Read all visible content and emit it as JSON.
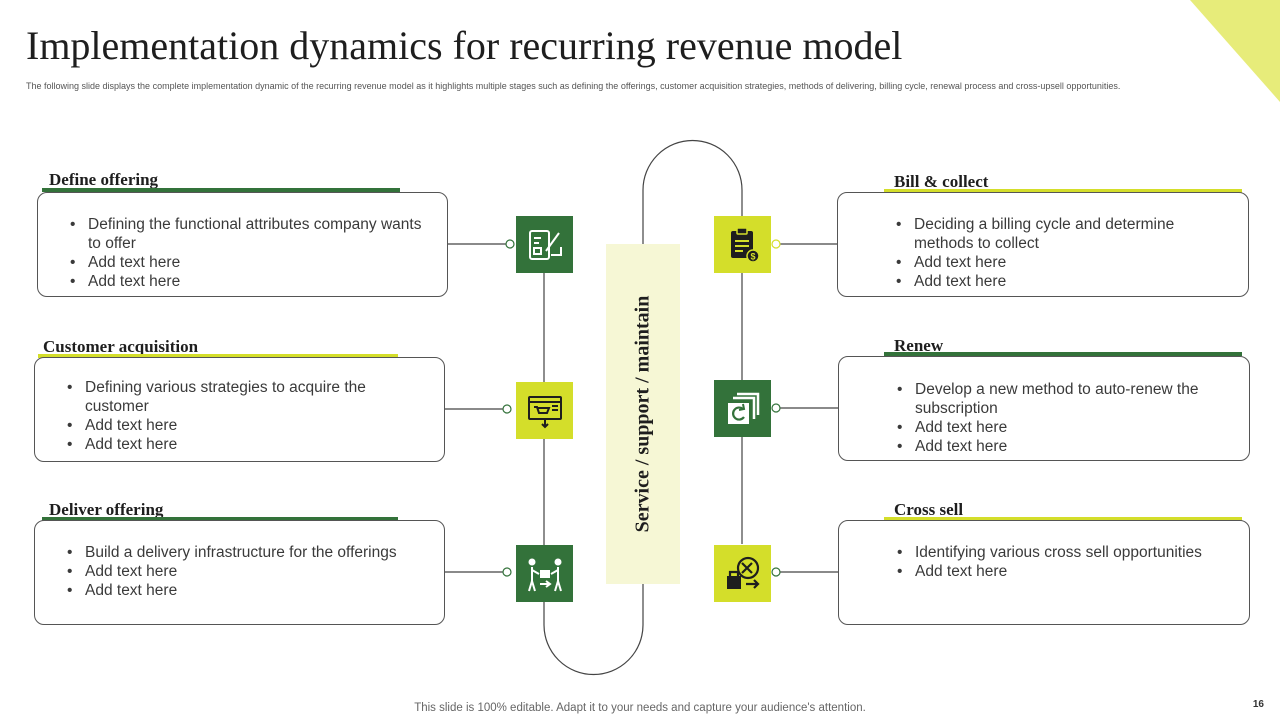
{
  "slide": {
    "title": "Implementation dynamics for recurring revenue model",
    "subtitle": "The following slide displays the complete implementation  dynamic of the recurring revenue model as it highlights multiple  stages such as defining the offerings, customer acquisition strategies, methods of delivering, billing  cycle, renewal process and cross-upsell opportunities.",
    "center_label": "Service / support / maintain",
    "footer": "This slide is 100% editable. Adapt it to your needs and capture your audience's attention.",
    "page_number": "16"
  },
  "colors": {
    "dark_green": "#33723a",
    "lime": "#d4de2a",
    "center_band": "#f6f7d5",
    "corner_accent": "#e7ec7a"
  },
  "stages": [
    {
      "heading": "Define offering",
      "icon": "tablet-pen-icon",
      "tile_color": "dark_green",
      "bullets": [
        "Defining the functional attributes company wants to offer",
        "Add text here",
        "Add text here"
      ]
    },
    {
      "heading": "Customer acquisition",
      "icon": "online-shop-icon",
      "tile_color": "lime",
      "bullets": [
        "Defining  various strategies to acquire the customer",
        "Add text here",
        "Add text here"
      ]
    },
    {
      "heading": "Deliver offering",
      "icon": "delivery-handover-icon",
      "tile_color": "dark_green",
      "bullets": [
        "Build a delivery infrastructure  for the offerings",
        "Add text here",
        "Add text here"
      ]
    },
    {
      "heading": "Bill & collect",
      "icon": "bill-dollar-icon",
      "tile_color": "lime",
      "bullets": [
        "Deciding a billing cycle and determine methods to collect",
        "Add text here",
        "Add text here"
      ]
    },
    {
      "heading": "Renew",
      "icon": "renew-copy-icon",
      "tile_color": "dark_green",
      "bullets": [
        "Develop a new method to auto-renew the subscription",
        "Add text here",
        "Add text here"
      ]
    },
    {
      "heading": "Cross sell",
      "icon": "cross-sell-icon",
      "tile_color": "lime",
      "bullets": [
        "Identifying  various cross sell opportunities",
        "Add text here"
      ]
    }
  ]
}
